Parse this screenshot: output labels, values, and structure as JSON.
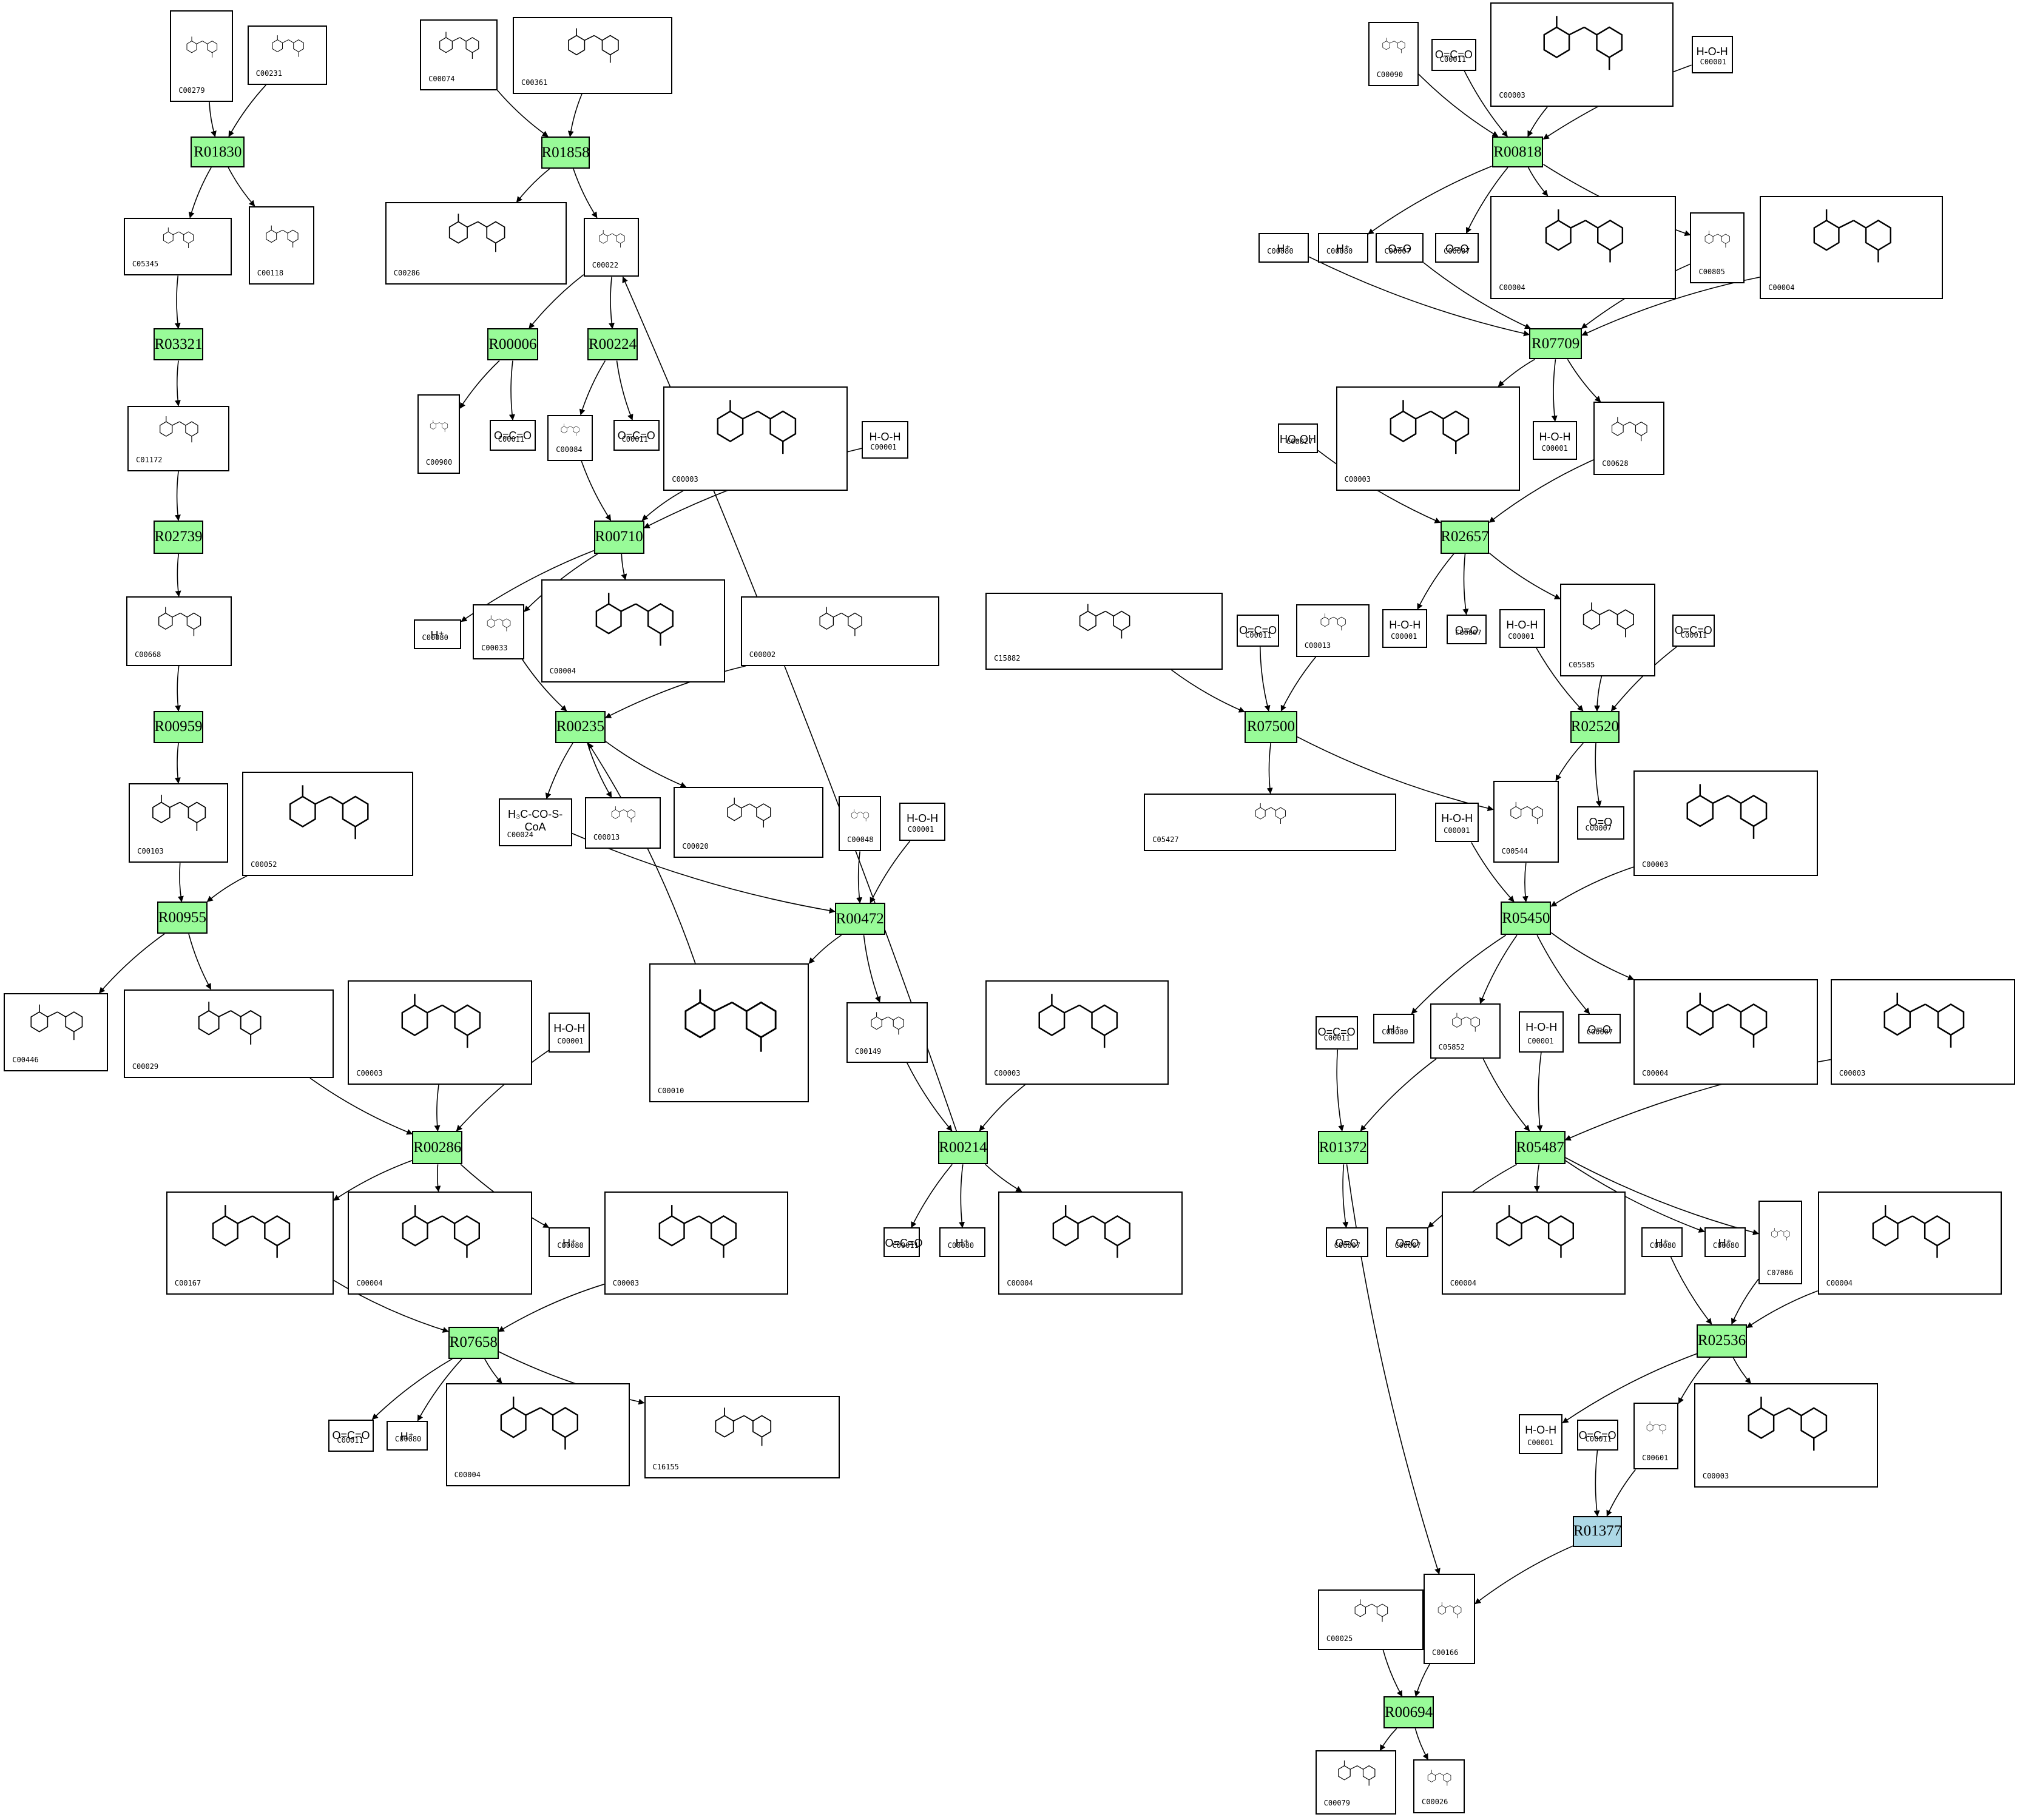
{
  "diagram": {
    "title": "",
    "colors": {
      "reaction": "#98fb98",
      "reaction_highlight": "#add8e6",
      "edge": "#000000",
      "node_border": "#000000"
    },
    "reactions": [
      {
        "key": "R01830",
        "label": "R01830",
        "highlight": false
      },
      {
        "key": "R01858",
        "label": "R01858",
        "highlight": false
      },
      {
        "key": "R00818",
        "label": "R00818",
        "highlight": false
      },
      {
        "key": "R03321",
        "label": "R03321",
        "highlight": false
      },
      {
        "key": "R00006",
        "label": "R00006",
        "highlight": false
      },
      {
        "key": "R00224",
        "label": "R00224",
        "highlight": false
      },
      {
        "key": "R07709",
        "label": "R07709",
        "highlight": false
      },
      {
        "key": "R02739",
        "label": "R02739",
        "highlight": false
      },
      {
        "key": "R00710",
        "label": "R00710",
        "highlight": false
      },
      {
        "key": "R02657",
        "label": "R02657",
        "highlight": false
      },
      {
        "key": "R00959",
        "label": "R00959",
        "highlight": false
      },
      {
        "key": "R00235",
        "label": "R00235",
        "highlight": false
      },
      {
        "key": "R07500",
        "label": "R07500",
        "highlight": false
      },
      {
        "key": "R02520",
        "label": "R02520",
        "highlight": false
      },
      {
        "key": "R00955",
        "label": "R00955",
        "highlight": false
      },
      {
        "key": "R00472",
        "label": "R00472",
        "highlight": false
      },
      {
        "key": "R05450",
        "label": "R05450",
        "highlight": false
      },
      {
        "key": "R00286",
        "label": "R00286",
        "highlight": false
      },
      {
        "key": "R00214",
        "label": "R00214",
        "highlight": false
      },
      {
        "key": "R01372",
        "label": "R01372",
        "highlight": false
      },
      {
        "key": "R05487",
        "label": "R05487",
        "highlight": false
      },
      {
        "key": "R07658",
        "label": "R07658",
        "highlight": false
      },
      {
        "key": "R02536",
        "label": "R02536",
        "highlight": false
      },
      {
        "key": "R01377",
        "label": "R01377",
        "highlight": true
      },
      {
        "key": "R00694",
        "label": "R00694",
        "highlight": false
      }
    ],
    "compounds": [
      {
        "key": "C00279",
        "label": "C00279",
        "formula": ""
      },
      {
        "key": "C00231",
        "label": "C00231",
        "formula": ""
      },
      {
        "key": "C05345",
        "label": "C05345",
        "formula": ""
      },
      {
        "key": "C00118",
        "label": "C00118",
        "formula": ""
      },
      {
        "key": "C00074",
        "label": "C00074",
        "formula": ""
      },
      {
        "key": "C00361",
        "label": "C00361",
        "formula": ""
      },
      {
        "key": "C00286",
        "label": "C00286",
        "formula": ""
      },
      {
        "key": "C00022",
        "label": "C00022",
        "formula": ""
      },
      {
        "key": "C01172",
        "label": "C01172",
        "formula": ""
      },
      {
        "key": "C00900",
        "label": "C00900",
        "formula": ""
      },
      {
        "key": "C00011_a",
        "label": "C00011",
        "formula": "O=C=O"
      },
      {
        "key": "C00084",
        "label": "C00084",
        "formula": ""
      },
      {
        "key": "C00011_b",
        "label": "C00011",
        "formula": "O=C=O"
      },
      {
        "key": "C00003_a",
        "label": "C00003",
        "formula": ""
      },
      {
        "key": "C00001_a",
        "label": "C00001",
        "formula": "H-O-H"
      },
      {
        "key": "C00668",
        "label": "C00668",
        "formula": ""
      },
      {
        "key": "C00080_a",
        "label": "C00080",
        "formula": "H⁺"
      },
      {
        "key": "C00033",
        "label": "C00033",
        "formula": ""
      },
      {
        "key": "C00004_a",
        "label": "C00004",
        "formula": ""
      },
      {
        "key": "C00002",
        "label": "C00002",
        "formula": ""
      },
      {
        "key": "C00103",
        "label": "C00103",
        "formula": ""
      },
      {
        "key": "C00052",
        "label": "C00052",
        "formula": ""
      },
      {
        "key": "C00024",
        "label": "C00024",
        "formula": "H₃C-CO-S-CoA"
      },
      {
        "key": "C00013_a",
        "label": "C00013",
        "formula": ""
      },
      {
        "key": "C00020",
        "label": "C00020",
        "formula": ""
      },
      {
        "key": "C00048",
        "label": "C00048",
        "formula": ""
      },
      {
        "key": "C00001_b",
        "label": "C00001",
        "formula": "H-O-H"
      },
      {
        "key": "C00446",
        "label": "C00446",
        "formula": ""
      },
      {
        "key": "C00029",
        "label": "C00029",
        "formula": ""
      },
      {
        "key": "C00003_b",
        "label": "C00003",
        "formula": ""
      },
      {
        "key": "C00001_c",
        "label": "C00001",
        "formula": "H-O-H"
      },
      {
        "key": "C00010",
        "label": "C00010",
        "formula": ""
      },
      {
        "key": "C00149",
        "label": "C00149",
        "formula": ""
      },
      {
        "key": "C00003_c",
        "label": "C00003",
        "formula": ""
      },
      {
        "key": "C00167",
        "label": "C00167",
        "formula": ""
      },
      {
        "key": "C00004_b",
        "label": "C00004",
        "formula": ""
      },
      {
        "key": "C00080_b",
        "label": "C00080",
        "formula": "H⁺"
      },
      {
        "key": "C00003_d",
        "label": "C00003",
        "formula": ""
      },
      {
        "key": "C00011_c",
        "label": "C00011",
        "formula": "O=C=O"
      },
      {
        "key": "C00080_c",
        "label": "C00080",
        "formula": "H⁺"
      },
      {
        "key": "C00004_c",
        "label": "C00004",
        "formula": ""
      },
      {
        "key": "C00011_d",
        "label": "C00011",
        "formula": "O=C=O"
      },
      {
        "key": "C00080_d",
        "label": "C00080",
        "formula": "H⁺"
      },
      {
        "key": "C00004_d",
        "label": "C00004",
        "formula": ""
      },
      {
        "key": "C16155",
        "label": "C16155",
        "formula": ""
      },
      {
        "key": "C00090",
        "label": "C00090",
        "formula": ""
      },
      {
        "key": "C00011_e",
        "label": "C00011",
        "formula": "O=C=O"
      },
      {
        "key": "C00003_e",
        "label": "C00003",
        "formula": ""
      },
      {
        "key": "C00001_e",
        "label": "C00001",
        "formula": "H-O-H"
      },
      {
        "key": "C00080_e",
        "label": "C00080",
        "formula": "H⁺"
      },
      {
        "key": "C00080_f",
        "label": "C00080",
        "formula": "H⁺"
      },
      {
        "key": "C00007_a",
        "label": "C00007",
        "formula": "O=O"
      },
      {
        "key": "C00007_b",
        "label": "C00007",
        "formula": "O=O"
      },
      {
        "key": "C00004_e",
        "label": "C00004",
        "formula": ""
      },
      {
        "key": "C00805",
        "label": "C00805",
        "formula": ""
      },
      {
        "key": "C00004_f",
        "label": "C00004",
        "formula": ""
      },
      {
        "key": "C00027",
        "label": "C00027",
        "formula": "HO-OH"
      },
      {
        "key": "C00003_f",
        "label": "C00003",
        "formula": ""
      },
      {
        "key": "C00001_f",
        "label": "C00001",
        "formula": "H-O-H"
      },
      {
        "key": "C00628",
        "label": "C00628",
        "formula": ""
      },
      {
        "key": "C15882",
        "label": "C15882",
        "formula": ""
      },
      {
        "key": "C00011_f",
        "label": "C00011",
        "formula": "O=C=O"
      },
      {
        "key": "C00013_b",
        "label": "C00013",
        "formula": ""
      },
      {
        "key": "C00001_g",
        "label": "C00001",
        "formula": "H-O-H"
      },
      {
        "key": "C00007_c",
        "label": "C00007",
        "formula": "O=O"
      },
      {
        "key": "C00001_h",
        "label": "C00001",
        "formula": "H-O-H"
      },
      {
        "key": "C05585",
        "label": "C05585",
        "formula": ""
      },
      {
        "key": "C00011_g",
        "label": "C00011",
        "formula": "O=C=O"
      },
      {
        "key": "C05427",
        "label": "C05427",
        "formula": ""
      },
      {
        "key": "C00001_i",
        "label": "C00001",
        "formula": "H-O-H"
      },
      {
        "key": "C00544",
        "label": "C00544",
        "formula": ""
      },
      {
        "key": "C00007_d",
        "label": "C00007",
        "formula": "O=O"
      },
      {
        "key": "C00003_g",
        "label": "C00003",
        "formula": ""
      },
      {
        "key": "C00080_g",
        "label": "C00080",
        "formula": "H⁺"
      },
      {
        "key": "C05852",
        "label": "C05852",
        "formula": ""
      },
      {
        "key": "C00001_j",
        "label": "C00001",
        "formula": "H-O-H"
      },
      {
        "key": "C00007_e",
        "label": "C00007",
        "formula": "O=O"
      },
      {
        "key": "C00004_g",
        "label": "C00004",
        "formula": ""
      },
      {
        "key": "C00003_h",
        "label": "C00003",
        "formula": ""
      },
      {
        "key": "C00011_h",
        "label": "C00011",
        "formula": "O=C=O"
      },
      {
        "key": "C00007_f",
        "label": "C00007",
        "formula": "O=O"
      },
      {
        "key": "C00007_g",
        "label": "C00007",
        "formula": "O=O"
      },
      {
        "key": "C00004_h",
        "label": "C00004",
        "formula": ""
      },
      {
        "key": "C00080_h",
        "label": "C00080",
        "formula": "H⁺"
      },
      {
        "key": "C00080_i",
        "label": "C00080",
        "formula": "H⁺"
      },
      {
        "key": "C07086",
        "label": "C07086",
        "formula": ""
      },
      {
        "key": "C00004_i",
        "label": "C00004",
        "formula": ""
      },
      {
        "key": "C00001_k",
        "label": "C00001",
        "formula": "H-O-H"
      },
      {
        "key": "C00011_i",
        "label": "C00011",
        "formula": "O=C=O"
      },
      {
        "key": "C00601",
        "label": "C00601",
        "formula": ""
      },
      {
        "key": "C00003_i",
        "label": "C00003",
        "formula": ""
      },
      {
        "key": "C00025",
        "label": "C00025",
        "formula": ""
      },
      {
        "key": "C00166",
        "label": "C00166",
        "formula": ""
      },
      {
        "key": "C00079",
        "label": "C00079",
        "formula": ""
      },
      {
        "key": "C00026",
        "label": "C00026",
        "formula": ""
      }
    ],
    "edges": [
      [
        "C00279",
        "R01830"
      ],
      [
        "C00231",
        "R01830"
      ],
      [
        "R01830",
        "C05345"
      ],
      [
        "R01830",
        "C00118"
      ],
      [
        "C05345",
        "R03321"
      ],
      [
        "R03321",
        "C01172"
      ],
      [
        "C01172",
        "R02739"
      ],
      [
        "R02739",
        "C00668"
      ],
      [
        "C00668",
        "R00959"
      ],
      [
        "R00959",
        "C00103"
      ],
      [
        "C00103",
        "R00955"
      ],
      [
        "C00052",
        "R00955"
      ],
      [
        "R00955",
        "C00446"
      ],
      [
        "R00955",
        "C00029"
      ],
      [
        "C00029",
        "R00286"
      ],
      [
        "C00003_b",
        "R00286"
      ],
      [
        "C00001_c",
        "R00286"
      ],
      [
        "R00286",
        "C00167"
      ],
      [
        "R00286",
        "C00004_b"
      ],
      [
        "R00286",
        "C00080_b"
      ],
      [
        "C00167",
        "R07658"
      ],
      [
        "C00003_d",
        "R07658"
      ],
      [
        "R07658",
        "C00011_d"
      ],
      [
        "R07658",
        "C00080_d"
      ],
      [
        "R07658",
        "C00004_d"
      ],
      [
        "R07658",
        "C16155"
      ],
      [
        "C00074",
        "R01858"
      ],
      [
        "C00361",
        "R01858"
      ],
      [
        "R01858",
        "C00286"
      ],
      [
        "R01858",
        "C00022"
      ],
      [
        "C00022",
        "R00006"
      ],
      [
        "C00022",
        "R00224"
      ],
      [
        "R00006",
        "C00900"
      ],
      [
        "R00006",
        "C00011_a"
      ],
      [
        "R00224",
        "C00084"
      ],
      [
        "R00224",
        "C00011_b"
      ],
      [
        "C00084",
        "R00710"
      ],
      [
        "C00003_a",
        "R00710"
      ],
      [
        "C00001_a",
        "R00710"
      ],
      [
        "R00710",
        "C00080_a"
      ],
      [
        "R00710",
        "C00033"
      ],
      [
        "R00710",
        "C00004_a"
      ],
      [
        "C00033",
        "R00235"
      ],
      [
        "C00002",
        "R00235"
      ],
      [
        "C00010",
        "R00235"
      ],
      [
        "R00235",
        "C00024"
      ],
      [
        "R00235",
        "C00013_a"
      ],
      [
        "R00235",
        "C00020"
      ],
      [
        "C00024",
        "R00472"
      ],
      [
        "C00048",
        "R00472"
      ],
      [
        "C00001_b",
        "R00472"
      ],
      [
        "R00472",
        "C00010"
      ],
      [
        "R00472",
        "C00149"
      ],
      [
        "C00149",
        "R00214"
      ],
      [
        "C00003_c",
        "R00214"
      ],
      [
        "R00214",
        "C00022"
      ],
      [
        "R00214",
        "C00011_c"
      ],
      [
        "R00214",
        "C00080_c"
      ],
      [
        "R00214",
        "C00004_c"
      ],
      [
        "C00090",
        "R00818"
      ],
      [
        "C00011_e",
        "R00818"
      ],
      [
        "C00003_e",
        "R00818"
      ],
      [
        "C00001_e",
        "R00818"
      ],
      [
        "R00818",
        "C00080_f"
      ],
      [
        "R00818",
        "C00007_b"
      ],
      [
        "R00818",
        "C00004_e"
      ],
      [
        "R00818",
        "C00805"
      ],
      [
        "C00080_e",
        "R07709"
      ],
      [
        "C00007_a",
        "R07709"
      ],
      [
        "C00805",
        "R07709"
      ],
      [
        "C00004_f",
        "R07709"
      ],
      [
        "R07709",
        "C00003_f"
      ],
      [
        "R07709",
        "C00001_f"
      ],
      [
        "R07709",
        "C00628"
      ],
      [
        "C00027",
        "R02657"
      ],
      [
        "C00628",
        "R02657"
      ],
      [
        "R02657",
        "C00001_g"
      ],
      [
        "R02657",
        "C00007_c"
      ],
      [
        "R02657",
        "C05585"
      ],
      [
        "C00001_h",
        "R02520"
      ],
      [
        "C05585",
        "R02520"
      ],
      [
        "C00011_g",
        "R02520"
      ],
      [
        "C15882",
        "R07500"
      ],
      [
        "C00011_f",
        "R07500"
      ],
      [
        "C00013_b",
        "R07500"
      ],
      [
        "R07500",
        "C05427"
      ],
      [
        "R07500",
        "C00544"
      ],
      [
        "R02520",
        "C00544"
      ],
      [
        "R02520",
        "C00007_d"
      ],
      [
        "C00001_i",
        "R05450"
      ],
      [
        "C00544",
        "R05450"
      ],
      [
        "C00003_g",
        "R05450"
      ],
      [
        "R05450",
        "C00080_g"
      ],
      [
        "R05450",
        "C05852"
      ],
      [
        "R05450",
        "C00007_e"
      ],
      [
        "R05450",
        "C00004_g"
      ],
      [
        "C00011_h",
        "R01372"
      ],
      [
        "C05852",
        "R01372"
      ],
      [
        "C05852",
        "R05487"
      ],
      [
        "C00001_j",
        "R05487"
      ],
      [
        "C00003_h",
        "R05487"
      ],
      [
        "R01372",
        "C00007_f"
      ],
      [
        "R01372",
        "C00166"
      ],
      [
        "R05487",
        "C00007_g"
      ],
      [
        "R05487",
        "C00004_h"
      ],
      [
        "R05487",
        "C00080_i"
      ],
      [
        "R05487",
        "C07086"
      ],
      [
        "C00080_h",
        "R02536"
      ],
      [
        "C07086",
        "R02536"
      ],
      [
        "C00004_i",
        "R02536"
      ],
      [
        "R02536",
        "C00001_k"
      ],
      [
        "R02536",
        "C00601"
      ],
      [
        "R02536",
        "C00003_i"
      ],
      [
        "C00011_i",
        "R01377"
      ],
      [
        "C00601",
        "R01377"
      ],
      [
        "R01377",
        "C00166"
      ],
      [
        "C00025",
        "R00694"
      ],
      [
        "C00166",
        "R00694"
      ],
      [
        "R00694",
        "C00079"
      ],
      [
        "R00694",
        "C00026"
      ]
    ]
  }
}
